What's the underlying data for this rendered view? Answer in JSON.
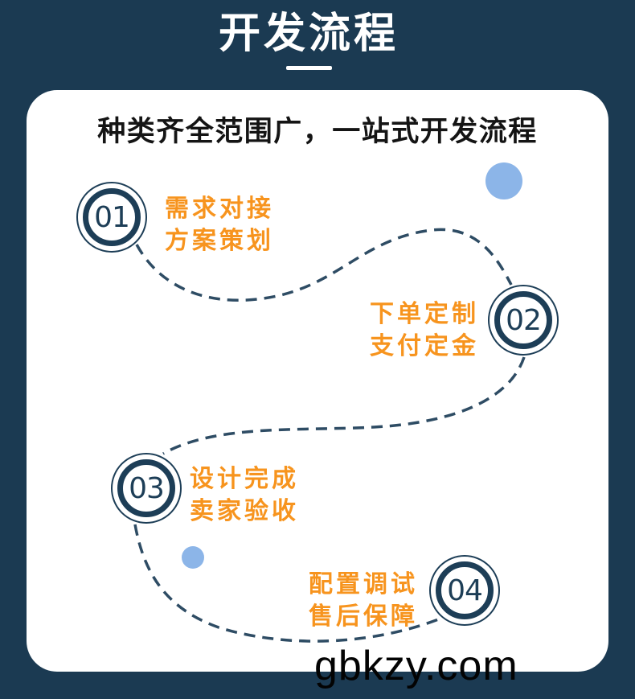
{
  "header": {
    "title": "开发流程"
  },
  "card": {
    "heading": "种类齐全范围广，一站式开发流程"
  },
  "steps": [
    {
      "number": "01",
      "line1": "需求对接",
      "line2": "方案策划"
    },
    {
      "number": "02",
      "line1": "下单定制",
      "line2": "支付定金"
    },
    {
      "number": "03",
      "line1": "设计完成",
      "line2": "卖家验收"
    },
    {
      "number": "04",
      "line1": "配置调试",
      "line2": "售后保障"
    }
  ],
  "watermark": "gbkzy.com",
  "colors": {
    "background_navy": "#1b3a52",
    "circle_navy": "#1d3e57",
    "dash_navy": "#2e4c64",
    "accent_orange": "#f7941e",
    "decor_blue": "#8cb5e8",
    "card_white": "#ffffff",
    "heading_dark": "#141414"
  }
}
